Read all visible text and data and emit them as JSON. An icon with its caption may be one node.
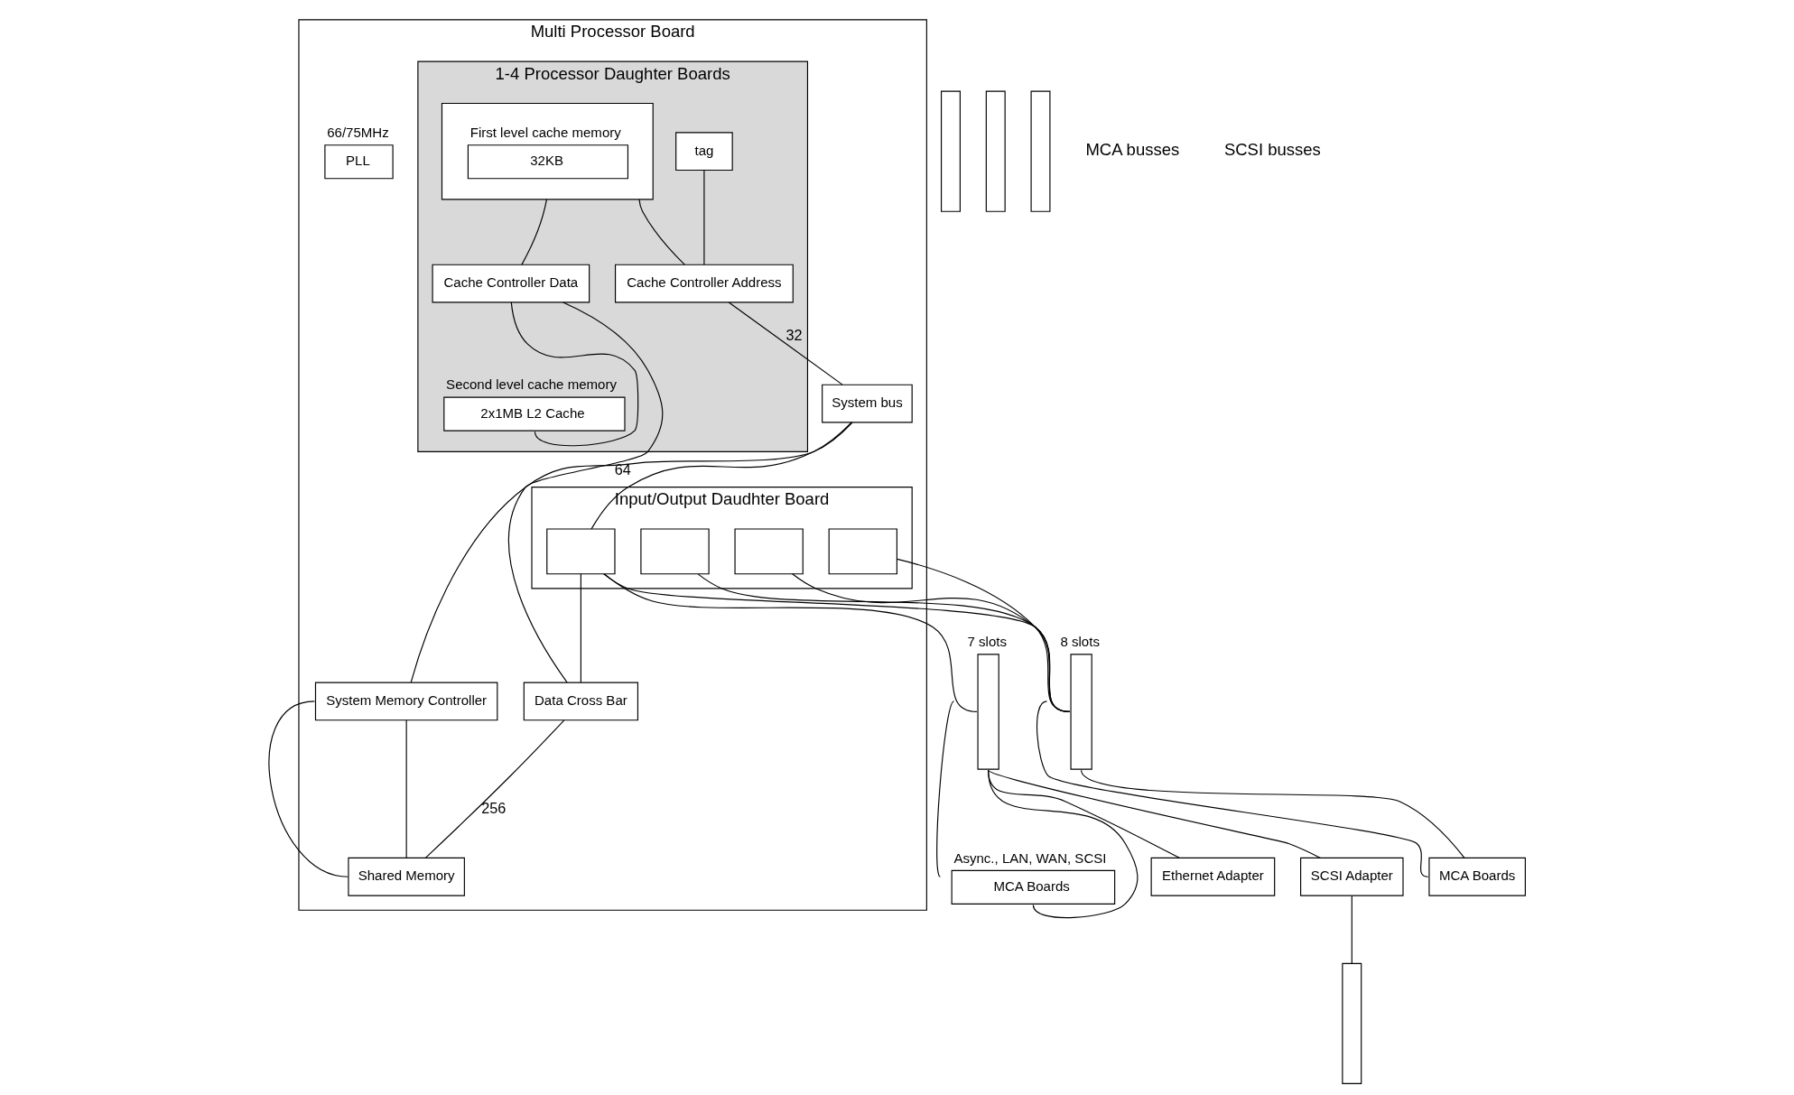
{
  "diagram": {
    "nodes": [
      {
        "text": [
          "Multi Processor Board"
        ]
      },
      {
        "text": [
          "1-4 Processor Daughter Boards"
        ],
        "in": 0
      },
      {
        "text": [],
        "shape": "box",
        "in": 1
      },
      {
        "text": [
          "32KB"
        ],
        "in": 2,
        "beside": [
          "First level cache memory"
        ]
      },
      {
        "text": [
          "tag"
        ],
        "in": 1
      },
      {
        "text": [
          "Cache Controller Address"
        ],
        "in": 1
      },
      {
        "text": [
          "Cache Controller Data"
        ],
        "in": 1
      },
      {
        "text": [
          "2x1MB L2 Cache"
        ],
        "in": 1,
        "beside": [
          "Second level cache memory"
        ]
      },
      {
        "text": [
          "System bus"
        ],
        "in": 0
      },
      {
        "text": [
          "System Memory Controller"
        ],
        "in": 0
      },
      {
        "text": [
          "Data Cross Bar"
        ],
        "in": 0
      },
      {
        "text": [
          "PLL"
        ],
        "in": 0,
        "beside": [
          "66/75MHz"
        ]
      },
      {
        "text": [
          "Shared Memory"
        ],
        "in": 0
      },
      {
        "text": [
          "Input/Output Daudhter Board"
        ],
        "in": 0
      },
      {
        "text": [],
        "shape": "box",
        "in": 13
      },
      {
        "text": [],
        "shape": "box",
        "in": 13
      },
      {
        "text": [],
        "shape": "box",
        "in": 13
      },
      {
        "text": [],
        "shape": "box",
        "in": 13
      },
      {
        "text": [],
        "shape": "bar",
        "beside": [
          "7 slots"
        ]
      },
      {
        "text": [],
        "shape": "bar",
        "beside": [
          "8 slots"
        ]
      },
      {
        "text": [
          "MCA Boards"
        ],
        "beside": [
          "Async., LAN, WAN, SCSI"
        ]
      },
      {
        "text": [
          "Ethernet Adapter"
        ]
      },
      {
        "text": [
          "SCSI Adapter"
        ]
      },
      {
        "text": [
          "MCA Boards"
        ]
      },
      {
        "text": [],
        "shape": "bar"
      },
      {
        "text": [],
        "shape": "bar"
      },
      {
        "text": [],
        "shape": "bar"
      },
      {
        "text": [],
        "shape": "bar"
      }
    ],
    "edges": [
      {
        "from": 2,
        "to": 5,
        "arrow": "none"
      },
      {
        "from": 2,
        "to": 6,
        "arrow": "none"
      },
      {
        "from": 4,
        "to": 5,
        "arrow": "none"
      },
      {
        "from": 6,
        "to": 7,
        "arrow": "none"
      },
      {
        "from": 5,
        "to": 8,
        "arrow": "none",
        "label": "32"
      },
      {
        "from": 6,
        "to": 10,
        "arrow": "none",
        "label": "64"
      },
      {
        "from": 8,
        "to": 9,
        "arrow": "none"
      },
      {
        "from": 8,
        "to": 14,
        "arrow": "none"
      },
      {
        "from": 14,
        "to": 10,
        "arrow": "none"
      },
      {
        "from": 10,
        "to": 12,
        "arrow": "none",
        "label": "256"
      },
      {
        "from": 9,
        "to": 12,
        "arrow": "none"
      },
      {
        "from": 9,
        "to": 12,
        "arrow": "none"
      },
      {
        "from": 14,
        "to": 18,
        "arrow": "none"
      },
      {
        "from": 14,
        "to": 19,
        "arrow": "none"
      },
      {
        "from": 15,
        "to": 19,
        "arrow": "none"
      },
      {
        "from": 16,
        "to": 19,
        "arrow": "none"
      },
      {
        "from": 17,
        "to": 19,
        "arrow": "none"
      },
      {
        "from": 18,
        "to": 20,
        "arrow": "none"
      },
      {
        "from": 18,
        "to": 20,
        "arrow": "none"
      },
      {
        "from": 18,
        "to": 21,
        "arrow": "none"
      },
      {
        "from": 18,
        "to": 22,
        "arrow": "none"
      },
      {
        "from": 22,
        "to": 25,
        "arrow": "none"
      },
      {
        "from": 19,
        "to": 23,
        "arrow": "none"
      },
      {
        "from": 19,
        "to": 23,
        "arrow": "none"
      }
    ],
    "labels": [
      "MCA busses",
      "SCSI busses"
    ]
  }
}
